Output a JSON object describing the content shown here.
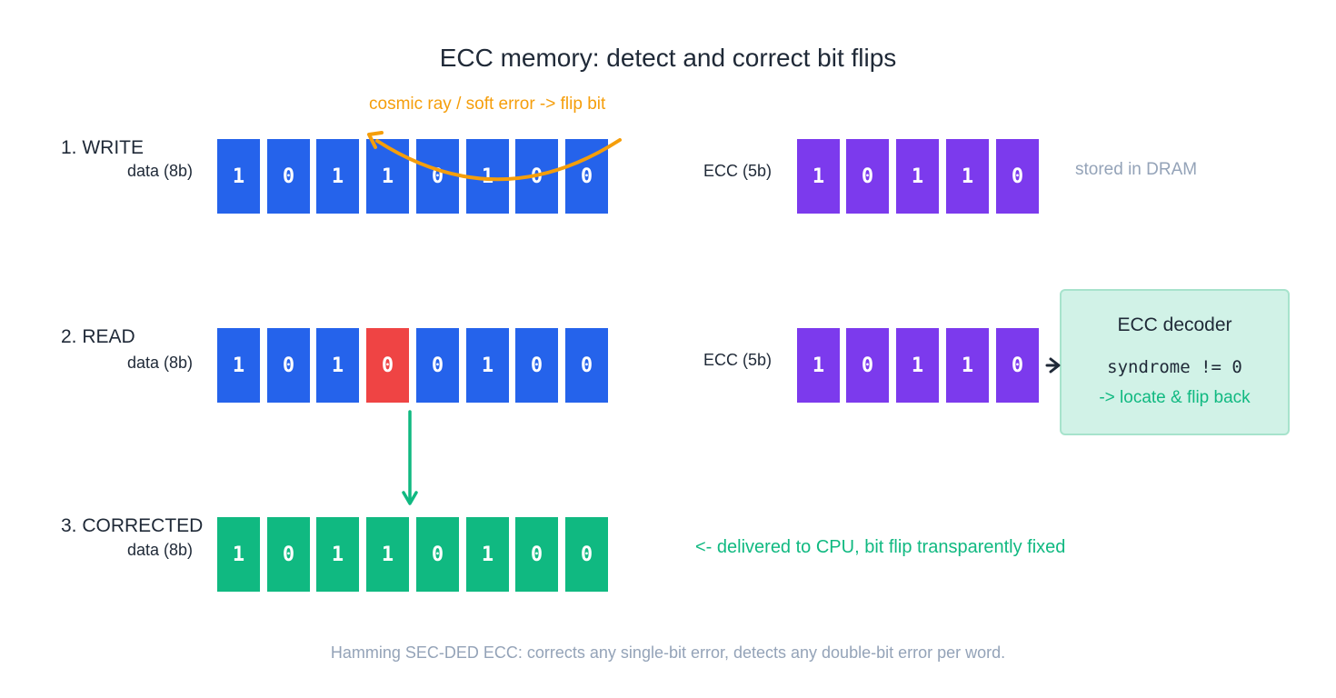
{
  "title": "ECC memory: detect and correct bit flips",
  "rows": {
    "write": {
      "label": "1. WRITE",
      "data_label": "data (8b)",
      "data_bits": [
        "1",
        "0",
        "1",
        "1",
        "0",
        "1",
        "0",
        "0"
      ],
      "ecc_label": "ECC (5b)",
      "ecc_bits": [
        "1",
        "0",
        "1",
        "1",
        "0"
      ],
      "note": "stored in DRAM"
    },
    "read": {
      "label": "2. READ",
      "data_label": "data (8b)",
      "data_bits": [
        "1",
        "0",
        "1",
        "0",
        "0",
        "1",
        "0",
        "0"
      ],
      "flipped_index": 3,
      "ecc_label": "ECC (5b)",
      "ecc_bits": [
        "1",
        "0",
        "1",
        "1",
        "0"
      ]
    },
    "corrected": {
      "label": "3. CORRECTED",
      "data_label": "data (8b)",
      "data_bits": [
        "1",
        "0",
        "1",
        "1",
        "0",
        "1",
        "0",
        "0"
      ],
      "note": "<-  delivered to CPU, bit flip transparently fixed"
    }
  },
  "cosmic_note": "cosmic ray / soft error -> flip bit",
  "decoder": {
    "title": "ECC decoder",
    "code": "syndrome != 0",
    "note": "-> locate & flip back"
  },
  "footer": "Hamming SEC-DED ECC: corrects any single-bit error, detects any double-bit error per word.",
  "colors": {
    "data": "#2563eb",
    "ecc": "#7c3aed",
    "flipped": "#ef4444",
    "corrected": "#10b981",
    "cosmic": "#f59e0b",
    "decoder_bg": "#d1f2e7"
  }
}
